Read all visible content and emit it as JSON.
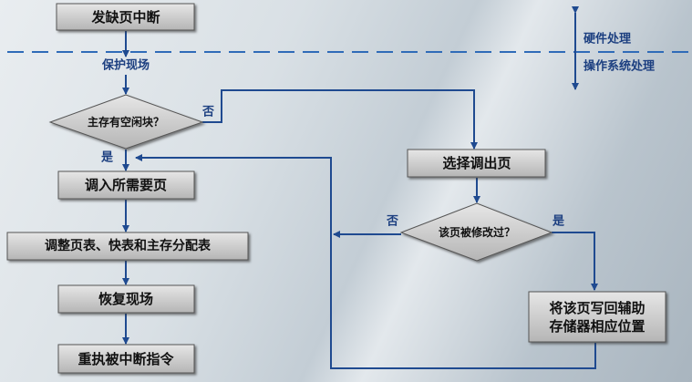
{
  "zones": {
    "hardware": "硬件处理",
    "os": "操作系统处理"
  },
  "nodes": {
    "page_fault": "发缺页中断",
    "save_context": "保护现场",
    "free_block_q": "主存有空闲块？",
    "load_page": "调入所需要页",
    "update_tables": "调整页表、快表和主存分配表",
    "restore_context": "恢复现场",
    "re_execute": "重执被中断指令",
    "select_victim": "选择调出页",
    "modified_q": "该页被修改过？",
    "write_back_1": "将该页写回辅助",
    "write_back_2": "存储器相应位置"
  },
  "edges": {
    "no1": "否",
    "yes1": "是",
    "no2": "否",
    "yes2": "是"
  },
  "colors": {
    "line": "#1f4a90",
    "dash": "#2f6bb8",
    "box": "#c8c8c8"
  }
}
